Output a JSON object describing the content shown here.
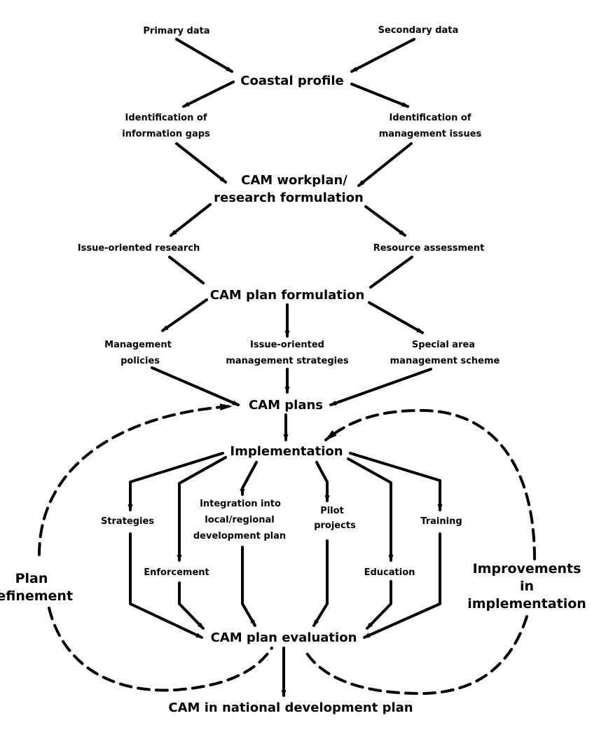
{
  "diagram": {
    "nodes": {
      "primary_data": "Primary data",
      "secondary_data": "Secondary data",
      "coastal_profile": "Coastal profile",
      "info_gaps": [
        "Identification of",
        "information gaps"
      ],
      "mgmt_issues": [
        "Identification of",
        "management issues"
      ],
      "workplan": [
        "CAM workplan/",
        "research formulation"
      ],
      "issue_research": "Issue-oriented research",
      "resource_assessment": "Resource assessment",
      "plan_formulation": "CAM plan formulation",
      "mgmt_policies": [
        "Management",
        "policies"
      ],
      "issue_strategies": [
        "Issue-oriented",
        "management strategies"
      ],
      "special_area": [
        "Special area",
        "management scheme"
      ],
      "cam_plans": "CAM plans",
      "implementation": "Implementation",
      "strategies": "Strategies",
      "enforcement": "Enforcement",
      "integration": [
        "Integration into",
        "local/regional",
        "development plan"
      ],
      "pilot": [
        "Pilot",
        "projects"
      ],
      "education": "Education",
      "training": "Training",
      "plan_evaluation": "CAM plan evaluation",
      "national_plan": "CAM in national development plan",
      "plan_refinement": [
        "Plan",
        "refinement"
      ],
      "improvements": [
        "Improvements",
        "in",
        "implementation"
      ]
    },
    "edges": [
      [
        "primary_data",
        "coastal_profile"
      ],
      [
        "secondary_data",
        "coastal_profile"
      ],
      [
        "coastal_profile",
        "info_gaps"
      ],
      [
        "coastal_profile",
        "mgmt_issues"
      ],
      [
        "info_gaps",
        "workplan"
      ],
      [
        "mgmt_issues",
        "workplan"
      ],
      [
        "workplan",
        "issue_research"
      ],
      [
        "workplan",
        "resource_assessment"
      ],
      [
        "issue_research",
        "plan_formulation"
      ],
      [
        "resource_assessment",
        "plan_formulation"
      ],
      [
        "plan_formulation",
        "mgmt_policies"
      ],
      [
        "plan_formulation",
        "issue_strategies"
      ],
      [
        "plan_formulation",
        "special_area"
      ],
      [
        "mgmt_policies",
        "cam_plans"
      ],
      [
        "issue_strategies",
        "cam_plans"
      ],
      [
        "special_area",
        "cam_plans"
      ],
      [
        "cam_plans",
        "implementation"
      ],
      [
        "implementation",
        "strategies"
      ],
      [
        "implementation",
        "enforcement"
      ],
      [
        "implementation",
        "integration"
      ],
      [
        "implementation",
        "pilot"
      ],
      [
        "implementation",
        "education"
      ],
      [
        "implementation",
        "training"
      ],
      [
        "strategies",
        "plan_evaluation"
      ],
      [
        "enforcement",
        "plan_evaluation"
      ],
      [
        "integration",
        "plan_evaluation"
      ],
      [
        "pilot",
        "plan_evaluation"
      ],
      [
        "education",
        "plan_evaluation"
      ],
      [
        "training",
        "plan_evaluation"
      ],
      [
        "plan_evaluation",
        "national_plan"
      ],
      [
        "plan_evaluation",
        "cam_plans",
        "dashed",
        "plan_refinement"
      ],
      [
        "plan_evaluation",
        "implementation",
        "dashed",
        "improvements"
      ]
    ]
  }
}
